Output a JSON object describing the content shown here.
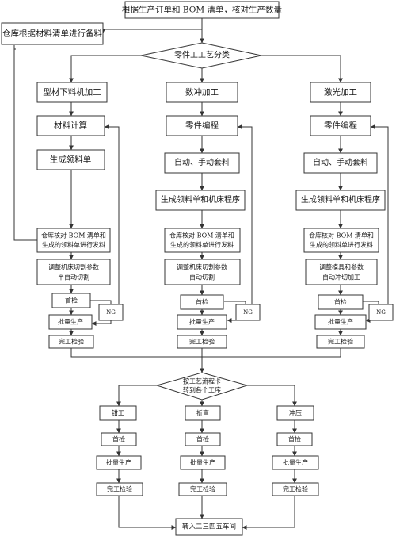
{
  "nodes": {
    "top_box": "根据生产订单和 BOM 清单，核对生产数量",
    "warehouse_prep": "仓库根据材料清单进行备料",
    "parts_classify": "零件工工艺分类",
    "col1": {
      "process": "型材下料机加工",
      "calc": "材料计算",
      "pick_list": "生成领料单",
      "verify_1": "仓库核对  BOM  清单和",
      "verify_2": "生成的领料单进行发料",
      "adjust_1": "调整机床切割参数",
      "adjust_2": "半自动切割",
      "first_check": "首检",
      "batch": "批量生产",
      "final_check": "完工检验",
      "ng": "NG"
    },
    "col2": {
      "process": "数冲加工",
      "programming": "零件编程",
      "nesting": "自动、手动套料",
      "pick_list": "生成领料单和机床程序",
      "verify_1": "仓库核对   BOM  清单和",
      "verify_2": "生成的领料单进行发料",
      "adjust_1": "调整机床切割参数",
      "adjust_2": "自动切割",
      "first_check": "首检",
      "batch": "批量生产",
      "final_check": "完工检验",
      "ng": "NG"
    },
    "col3": {
      "process": "激光加工",
      "programming": "零件编程",
      "nesting": "自动、手动套料",
      "pick_list": "生成领料单和机床程序",
      "verify_1": "仓库核对   BOM  清单和",
      "verify_2": "生成的领料单进行发料",
      "adjust_1": "调整模具和参数",
      "adjust_2": "自动冲切加工",
      "first_check": "首检",
      "batch": "批量生产",
      "final_check": "完工检验",
      "ng": "NG"
    },
    "route_1": "按工艺流程卡",
    "route_2": "转到各个工序",
    "sub1": {
      "process": "钳工",
      "first_check": "首检",
      "batch": "批量生产",
      "final_check": "完工检验"
    },
    "sub2": {
      "process": "折弯",
      "first_check": "首检",
      "batch": "批量生产",
      "final_check": "完工检验"
    },
    "sub3": {
      "process": "冲压",
      "first_check": "首检",
      "batch": "批量生产",
      "final_check": "完工检验"
    },
    "transfer": "转入二三四五车间"
  }
}
